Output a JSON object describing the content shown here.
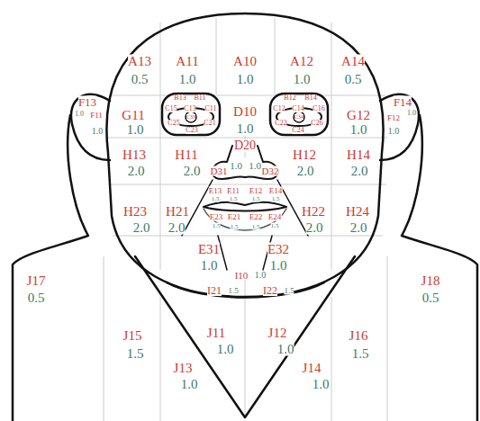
{
  "diagram": {
    "labels": [
      "A13",
      "0.5",
      "A11",
      "1.0",
      "A10",
      "1.0",
      "A12",
      "1.0",
      "A14",
      "0.5",
      "F13",
      "1.0",
      "F11",
      "1.0",
      "F14",
      "1.0",
      "F12",
      "1.0",
      "B13",
      "B11",
      "C15",
      "C13",
      "C11",
      "C33",
      "C25",
      "C21",
      "C23",
      "B12",
      "B14",
      "C12",
      "C14",
      "C16",
      "C34",
      "C22",
      "C26",
      "C24",
      "G11",
      "1.0",
      "D10",
      "1.0",
      "G12",
      "1.0",
      "D20",
      "D31",
      "1.0",
      "1.0",
      "D32",
      "H13",
      "2.0",
      "H11",
      "2.0",
      "H12",
      "2.0",
      "H14",
      "2.0",
      "E13",
      "1.5",
      "E11",
      "1.5",
      "E12",
      "1.5",
      "E14",
      "1.5",
      "E23",
      "1.5",
      "E21",
      "1.5",
      "E22",
      "1.5",
      "E24",
      "1.5",
      "H23",
      "2.0",
      "H21",
      "2.0",
      "H22",
      "2.0",
      "H24",
      "2.0",
      "E31",
      "1.0",
      "E32",
      "1.0",
      "I10",
      "1.0",
      "I21",
      "1.5",
      "I22",
      "1.5",
      "J17",
      "0.5",
      "J18",
      "0.5",
      "J15",
      "1.5",
      "J16",
      "1.5",
      "J11",
      "1.0",
      "J12",
      "1.0",
      "J13",
      "1.0",
      "J14",
      "1.0"
    ]
  }
}
